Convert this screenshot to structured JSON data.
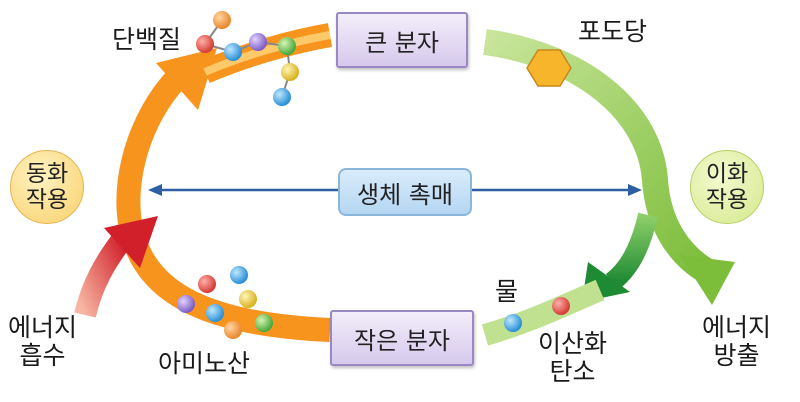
{
  "labels": {
    "large_molecule": "큰 분자",
    "small_molecule": "작은 분자",
    "enzyme": "생체 촉매",
    "protein": "단백질",
    "glucose": "포도당",
    "amino_acid": "아미노산",
    "water": "물",
    "co2_line1": "이산화",
    "co2_line2": "탄소",
    "anabolism_line1": "동화",
    "anabolism_line2": "작용",
    "catabolism_line1": "이화",
    "catabolism_line2": "작용",
    "energy_absorb_line1": "에너지",
    "energy_absorb_line2": "흡수",
    "energy_release_line1": "에너지",
    "energy_release_line2": "방출"
  },
  "colors": {
    "anabolism_arrow": "#f7931e",
    "catabolism_arrow": "#8dc63f",
    "energy_in_arrow": "#d7262e",
    "energy_out_arrow": "#2e9a3a",
    "enzyme_line": "#2e5fa3"
  },
  "icons": {
    "glucose": "hexagon-icon",
    "protein": "bead-chain-icon",
    "amino_acids": "scattered-beads-icon"
  }
}
